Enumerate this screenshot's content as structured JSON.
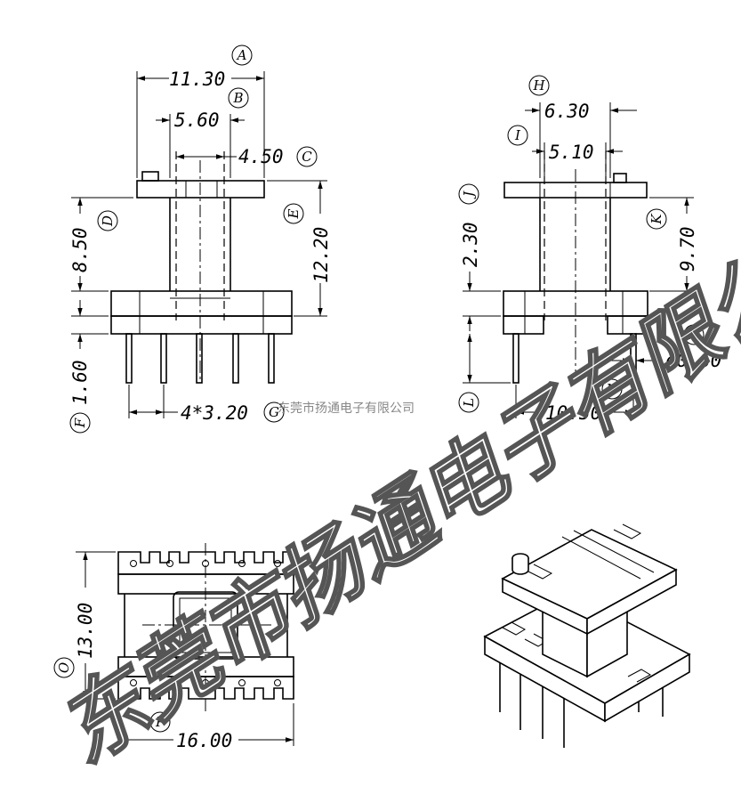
{
  "dimensions": {
    "A": "11.30",
    "B": "5.60",
    "C": "4.50",
    "D": "8.50",
    "E": "12.20",
    "F": "1.60",
    "G": "4*3.20",
    "H": "6.30",
    "I": "5.10",
    "J": "2.30",
    "K": "9.70",
    "L": "",
    "M": "ø0.60",
    "N": "10.50",
    "O": "13.00",
    "P": "16.00"
  },
  "labels": {
    "A": "A",
    "B": "B",
    "C": "C",
    "D": "D",
    "E": "E",
    "F": "F",
    "G": "G",
    "H": "H",
    "I": "I",
    "J": "J",
    "K": "K",
    "L": "L",
    "M": "M",
    "N": "N",
    "O": "O",
    "P": "P"
  },
  "watermark": {
    "large": "东莞市扬通电子有限公司",
    "small": "东莞市扬通电子有限公司"
  }
}
